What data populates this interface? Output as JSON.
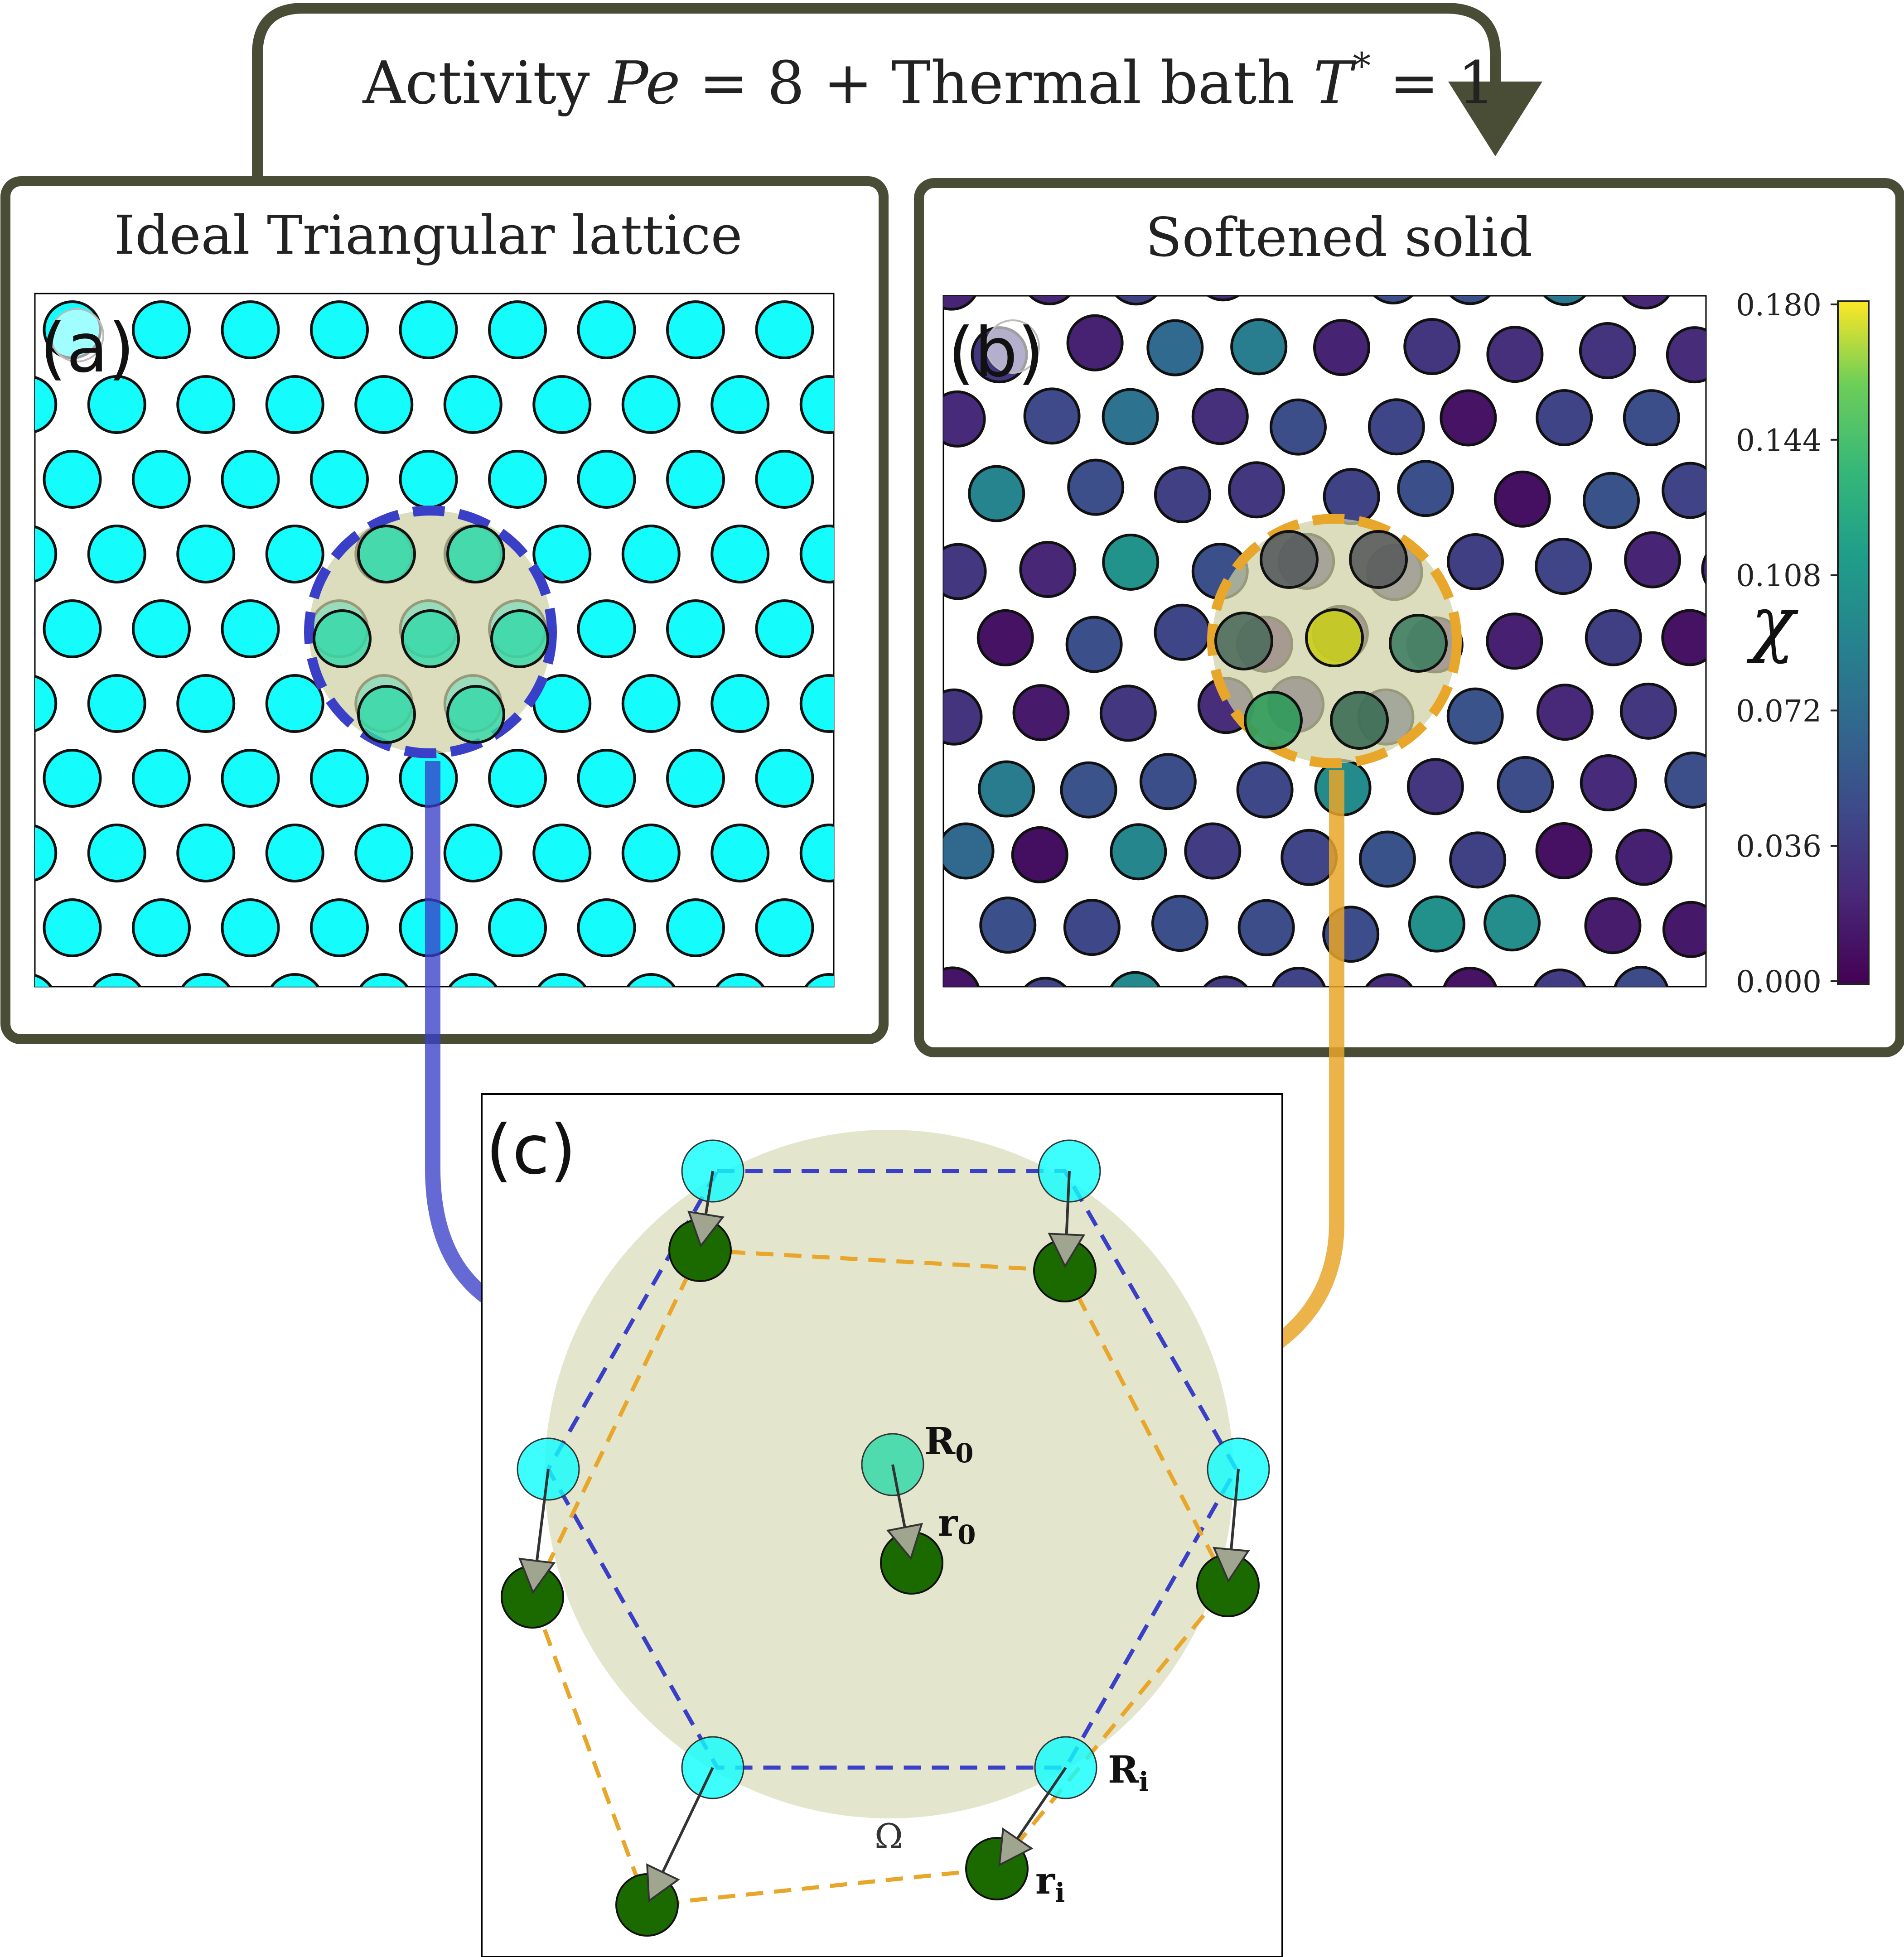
{
  "top_caption": {
    "text_a": "Activity ",
    "pe": "Pe",
    "text_b": " = 8 + Thermal bath ",
    "t": "T",
    "star": "*",
    "text_c": " = 1"
  },
  "panel_a": {
    "title": "Ideal Triangular lattice",
    "label": "(a)"
  },
  "panel_b": {
    "title": "Softened solid",
    "label": "(b)"
  },
  "panel_c": {
    "label": "(c)",
    "R0": "R",
    "R0_sub": "0",
    "r0": "r",
    "r0_sub": "0",
    "Ri": "R",
    "Ri_sub": "i",
    "ri": "r",
    "ri_sub": "i",
    "omega": "Ω"
  },
  "colorbar": {
    "label": "χ",
    "ticks": [
      "0.180",
      "0.144",
      "0.108",
      "0.072",
      "0.036",
      "0.000"
    ],
    "min": 0.0,
    "max": 0.18,
    "colormap": "viridis"
  },
  "colors": {
    "frame": "#4a4d35",
    "ideal_particle": "#14fcfc",
    "highlight_ideal_particle": "#30d8a8",
    "blue_accent": "#3a3fc8",
    "orange_accent": "#e8a62a",
    "region_fill": "#cdd0a4",
    "displaced_particle": "#1b6a00"
  }
}
